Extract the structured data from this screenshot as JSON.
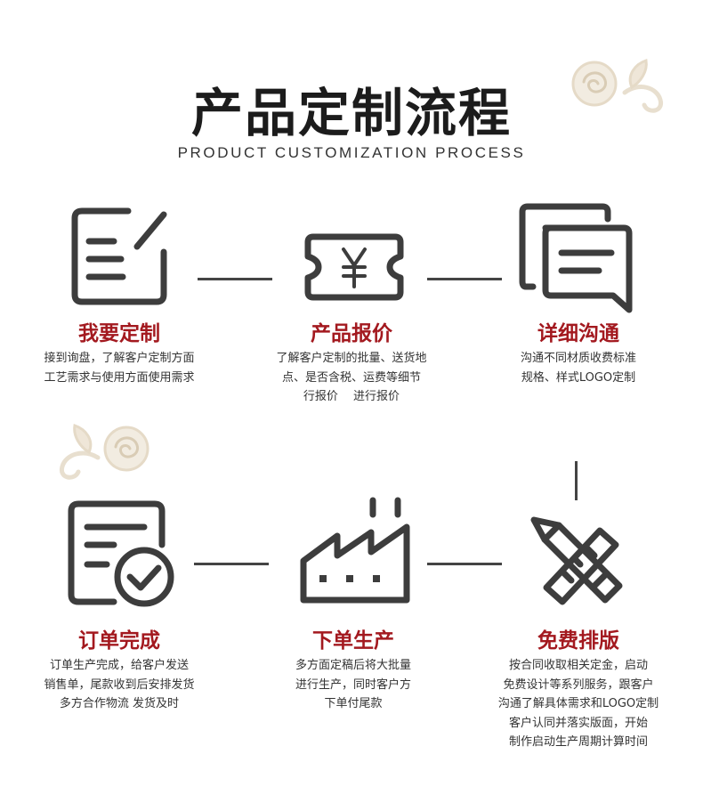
{
  "page": {
    "title": "产品定制流程",
    "subtitle": "PRODUCT CUSTOMIZATION PROCESS"
  },
  "colors": {
    "accent": "#a3191f",
    "icon": "#3d3d3d",
    "decoration": "#e8dfcf"
  },
  "steps": [
    {
      "icon": "edit-document-icon",
      "title": "我要定制",
      "desc": "接到询盘，了解客户定制方面\n工艺需求与使用方面使用需求"
    },
    {
      "icon": "yuan-ticket-icon",
      "title": "产品报价",
      "desc": "了解客户定制的批量、送货地\n点、是否含税、运费等细节\n行报价　 进行报价"
    },
    {
      "icon": "chat-bubbles-icon",
      "title": "详细沟通",
      "desc": "沟通不同材质收费标准\n规格、样式LOGO定制"
    },
    {
      "icon": "checked-document-icon",
      "title": "订单完成",
      "desc": "订单生产完成，给客户发送\n销售单，尾款收到后安排发货\n多方合作物流 发货及时"
    },
    {
      "icon": "factory-icon",
      "title": "下单生产",
      "desc": "多方面定稿后将大批量\n进行生产，同时客户方\n下单付尾款"
    },
    {
      "icon": "pencil-ruler-icon",
      "title": "免费排版",
      "desc": "按合同收取相关定金，启动\n免费设计等系列服务，跟客户\n沟通了解具体需求和LOGO定制\n客户认同并落实版面，开始\n制作启动生产周期计算时间"
    }
  ]
}
